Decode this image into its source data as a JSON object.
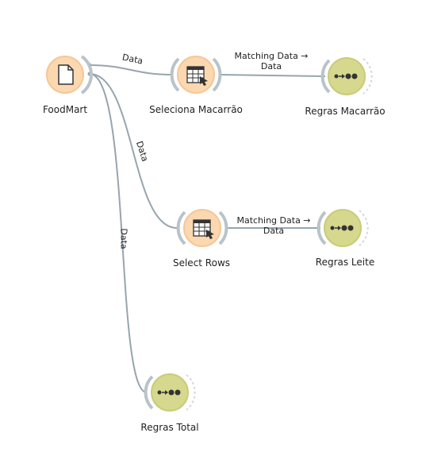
{
  "nodes": {
    "foodmart": {
      "label": "FoodMart",
      "icon": "file-icon",
      "color": "#fbd8b0"
    },
    "seleciona_macarrao": {
      "label": "Seleciona Macarrão",
      "icon": "select-rows-icon",
      "color": "#fbd8b0"
    },
    "regras_macarrao": {
      "label": "Regras Macarrão",
      "icon": "association-rules-icon",
      "color": "#d6d88e"
    },
    "select_rows": {
      "label": "Select Rows",
      "icon": "select-rows-icon",
      "color": "#fbd8b0"
    },
    "regras_leite": {
      "label": "Regras Leite",
      "icon": "association-rules-icon",
      "color": "#d6d88e"
    },
    "regras_total": {
      "label": "Regras Total",
      "icon": "association-rules-icon",
      "color": "#d6d88e"
    }
  },
  "links": {
    "foodmart_to_seleciona": "Data",
    "foodmart_to_select_rows": "Data",
    "foodmart_to_regras_total": "Data",
    "seleciona_to_regras_line1": "Matching Data →",
    "seleciona_to_regras_line2": "Data",
    "select_rows_to_leite_line1": "Matching Data →",
    "select_rows_to_leite_line2": "Data"
  },
  "colors": {
    "link": "#97a5ae",
    "data_widget": "#fbd8b0",
    "model_widget": "#d6d88e",
    "icon_dark": "#333333"
  }
}
